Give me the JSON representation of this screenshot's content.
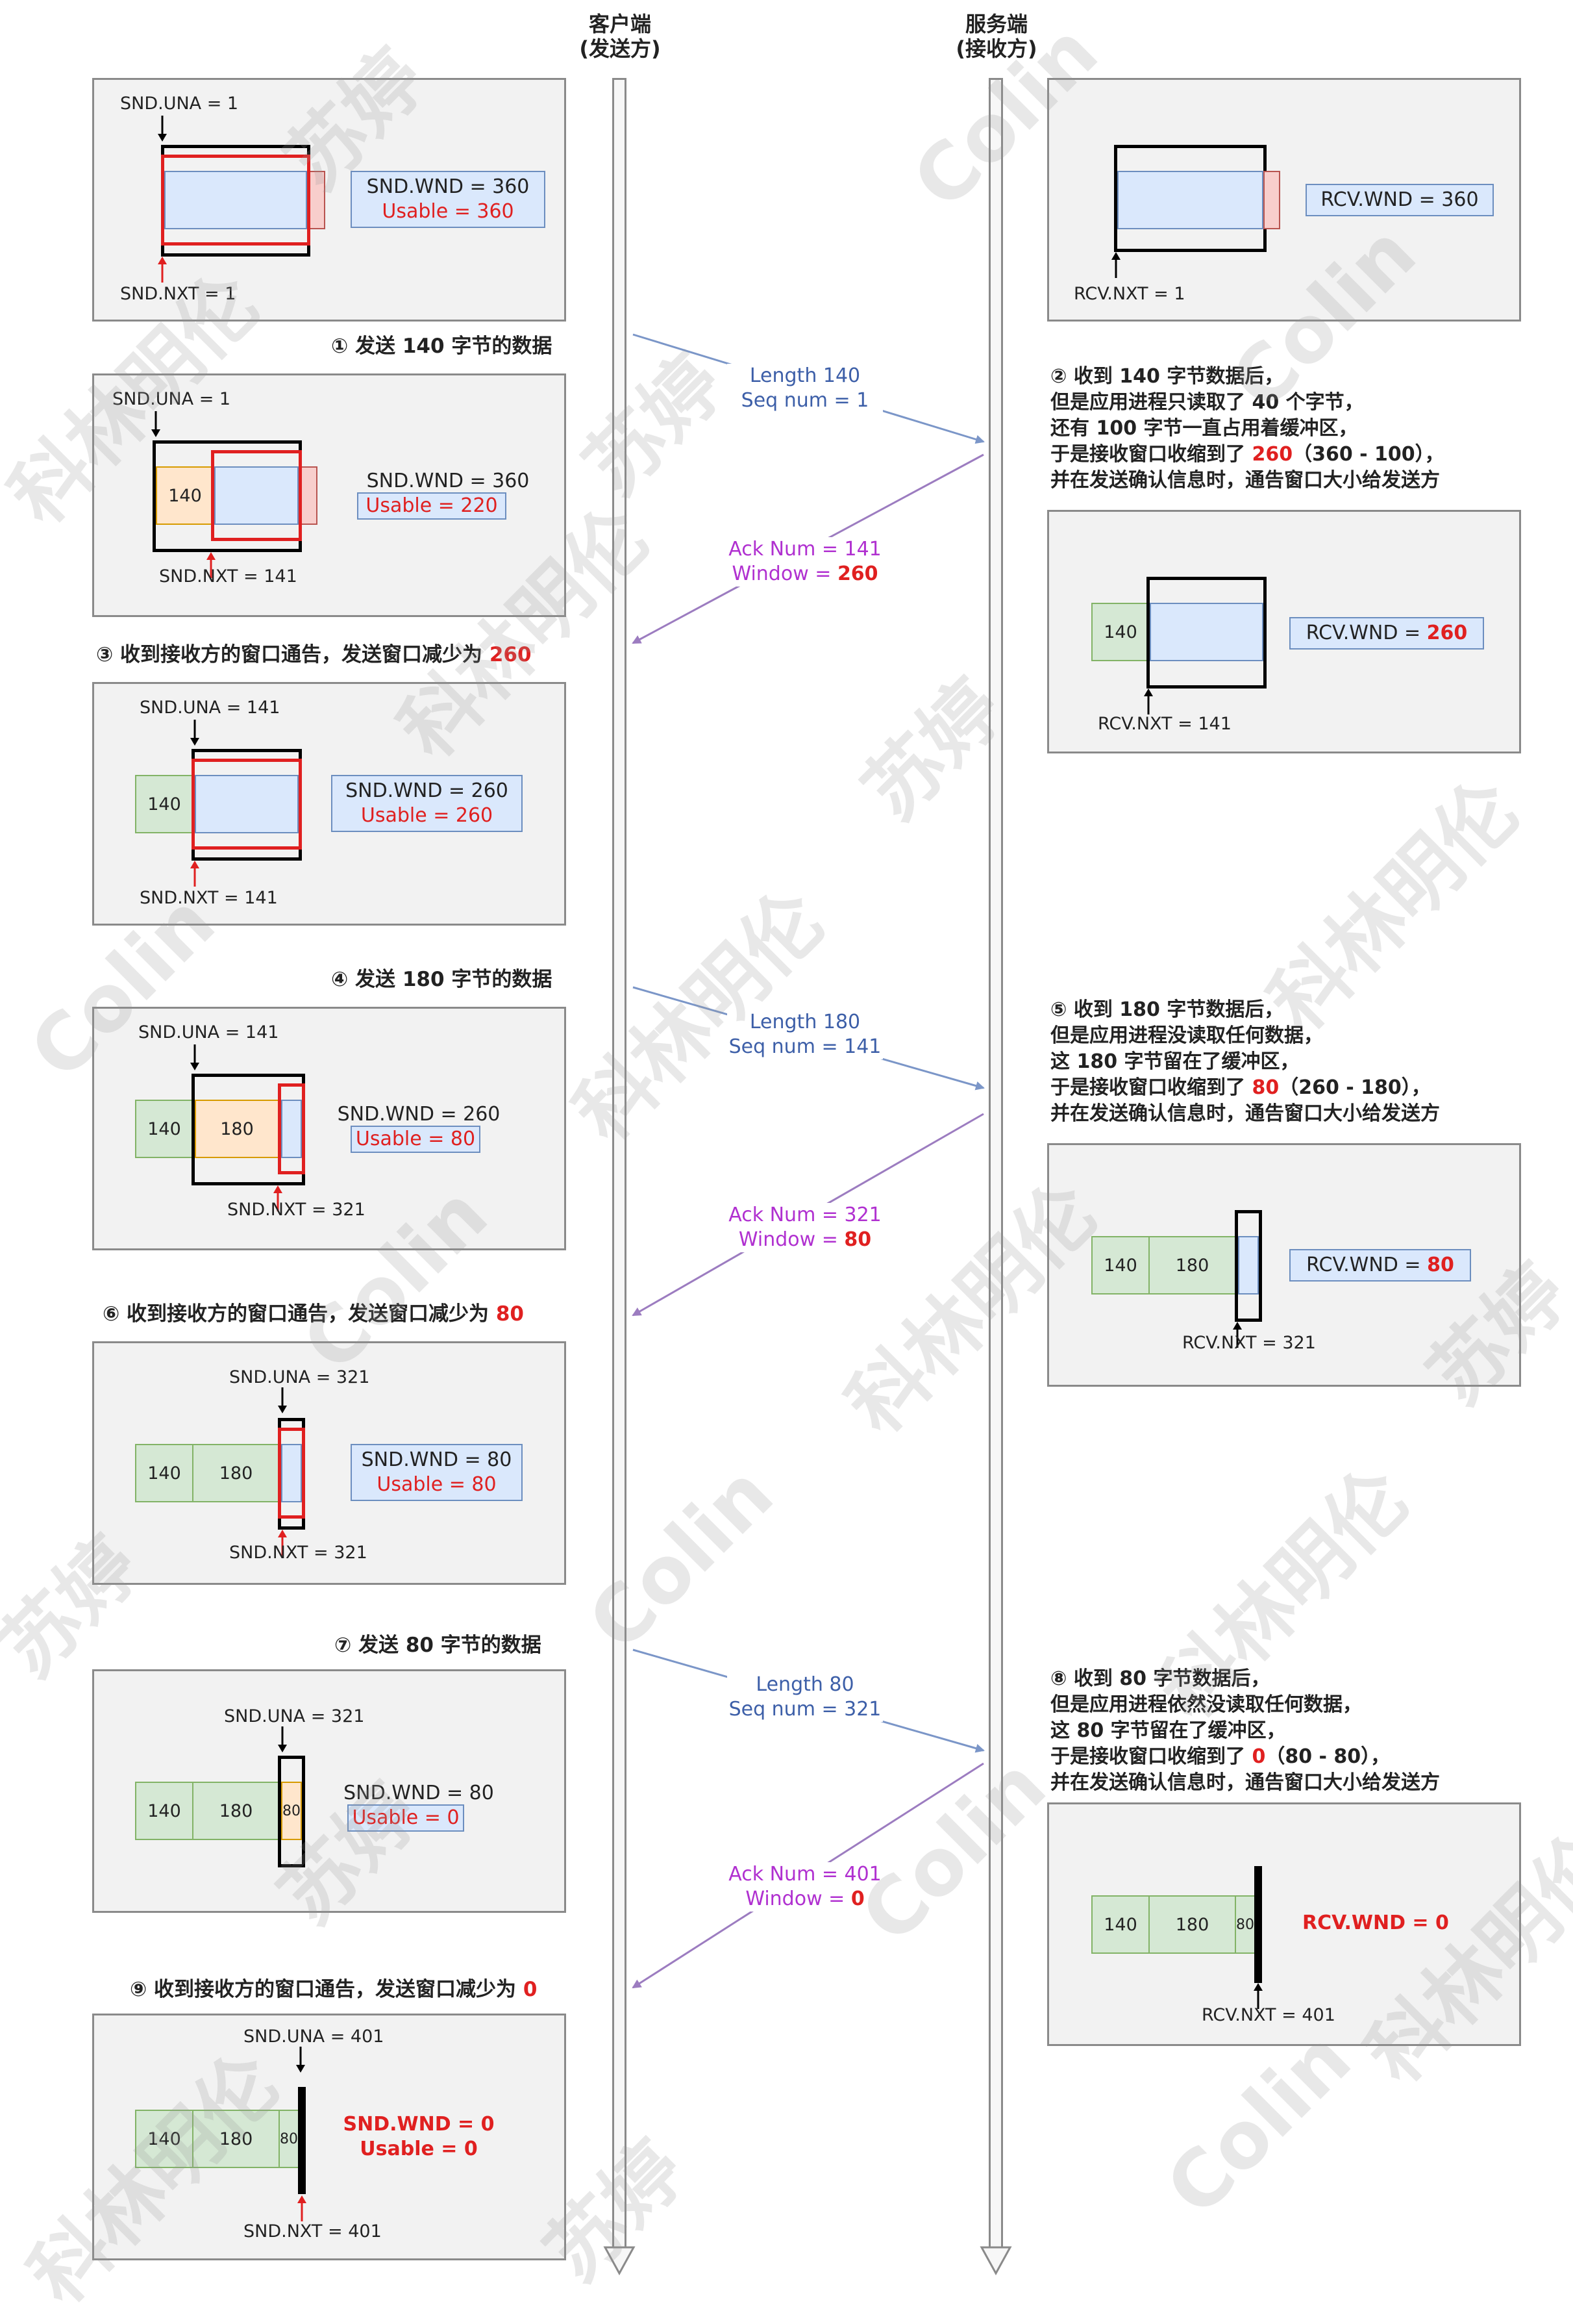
{
  "headers": {
    "client": "客户端\n(发送方)",
    "server": "服务端\n(接收方)"
  },
  "seg": {
    "s140": "140",
    "s180": "180",
    "s80": "80"
  },
  "client": {
    "p0": {
      "una": "SND.UNA = 1",
      "nxt": "SND.NXT = 1",
      "wnd": "SND.WND = 360",
      "usable": "Usable = 360"
    },
    "c1": "① 发送 140 字节的数据",
    "p1": {
      "una": "SND.UNA = 1",
      "nxt": "SND.NXT = 141",
      "wnd": "SND.WND = 360",
      "usable": "Usable = 220"
    },
    "c3_pre": "③ 收到接收方的窗口通告，发送窗口减少为 ",
    "c3_val": "260",
    "p3": {
      "una": "SND.UNA = 141",
      "nxt": "SND.NXT = 141",
      "wnd": "SND.WND = 260",
      "usable": "Usable = 260"
    },
    "c4": "④ 发送 180 字节的数据",
    "p4": {
      "una": "SND.UNA = 141",
      "nxt": "SND.NXT = 321",
      "wnd": "SND.WND = 260",
      "usable": "Usable = 80"
    },
    "c6_pre": "⑥ 收到接收方的窗口通告，发送窗口减少为 ",
    "c6_val": "80",
    "p6": {
      "una": "SND.UNA = 321",
      "nxt": "SND.NXT = 321",
      "wnd": "SND.WND = 80",
      "usable": "Usable = 80"
    },
    "c7": "⑦ 发送 80 字节的数据",
    "p7": {
      "una": "SND.UNA = 321",
      "wnd": "SND.WND = 80",
      "usable": "Usable = 0"
    },
    "c9_pre": "⑨ 收到接收方的窗口通告，发送窗口减少为 ",
    "c9_val": "0",
    "p9": {
      "una": "SND.UNA = 401",
      "nxt": "SND.NXT = 401",
      "wnd": "SND.WND = 0",
      "usable": "Usable = 0"
    }
  },
  "server": {
    "p0": {
      "wnd": "RCV.WND = 360",
      "nxt": "RCV.NXT = 1"
    },
    "d2": [
      "② 收到 140 字节数据后，",
      "但是应用进程只读取了 40 个字节，",
      "还有 100 字节一直占用着缓冲区，"
    ],
    "d2_l4_pre": "于是接收窗口收缩到了 ",
    "d2_l4_val": "260",
    "d2_l4_post": "（360 - 100），",
    "d2_l5": "并在发送确认信息时，通告窗口大小给发送方",
    "p2": {
      "wnd_pre": "RCV.WND = ",
      "wnd_val": "260",
      "nxt": "RCV.NXT = 141"
    },
    "d5": [
      "⑤ 收到 180 字节数据后，",
      "但是应用进程没读取任何数据，",
      "这 180 字节留在了缓冲区，"
    ],
    "d5_l4_pre": "于是接收窗口收缩到了 ",
    "d5_l4_val": "80",
    "d5_l4_post": "（260 - 180），",
    "d5_l5": "并在发送确认信息时，通告窗口大小给发送方",
    "p5": {
      "wnd_pre": "RCV.WND = ",
      "wnd_val": "80",
      "nxt": "RCV.NXT = 321"
    },
    "d8": [
      "⑧ 收到 80 字节数据后，",
      "但是应用进程依然没读取任何数据，",
      "这 80 字节留在了缓冲区，"
    ],
    "d8_l4_pre": "于是接收窗口收缩到了 ",
    "d8_l4_val": "0",
    "d8_l4_post": "（80 - 80），",
    "d8_l5": "并在发送确认信息时，通告窗口大小给发送方",
    "p8": {
      "wnd": "RCV.WND = 0",
      "nxt": "RCV.NXT = 401"
    }
  },
  "messages": {
    "m1": {
      "line1": "Length 140",
      "line2": "Seq num = 1"
    },
    "a2": {
      "line1": "Ack Num = 141",
      "line2_pre": "Window = ",
      "line2_val": "260"
    },
    "m4": {
      "line1": "Length 180",
      "line2": "Seq num = 141"
    },
    "a5": {
      "line1": "Ack Num = 321",
      "line2_pre": "Window = ",
      "line2_val": "80"
    },
    "m7": {
      "line1": "Length 80",
      "line2": "Seq num = 321"
    },
    "a8": {
      "line1": "Ack Num = 401",
      "line2_pre": "Window = ",
      "line2_val": "0"
    }
  },
  "watermarks": [
    "科林明伦",
    "苏婷",
    "Colin"
  ],
  "colors": {
    "send_arrow": "#7b96c8",
    "ack_arrow": "#9c7cc0",
    "accent_red": "#e02020",
    "ack_text": "#b030d0",
    "seq_text": "#3d5fa8"
  }
}
